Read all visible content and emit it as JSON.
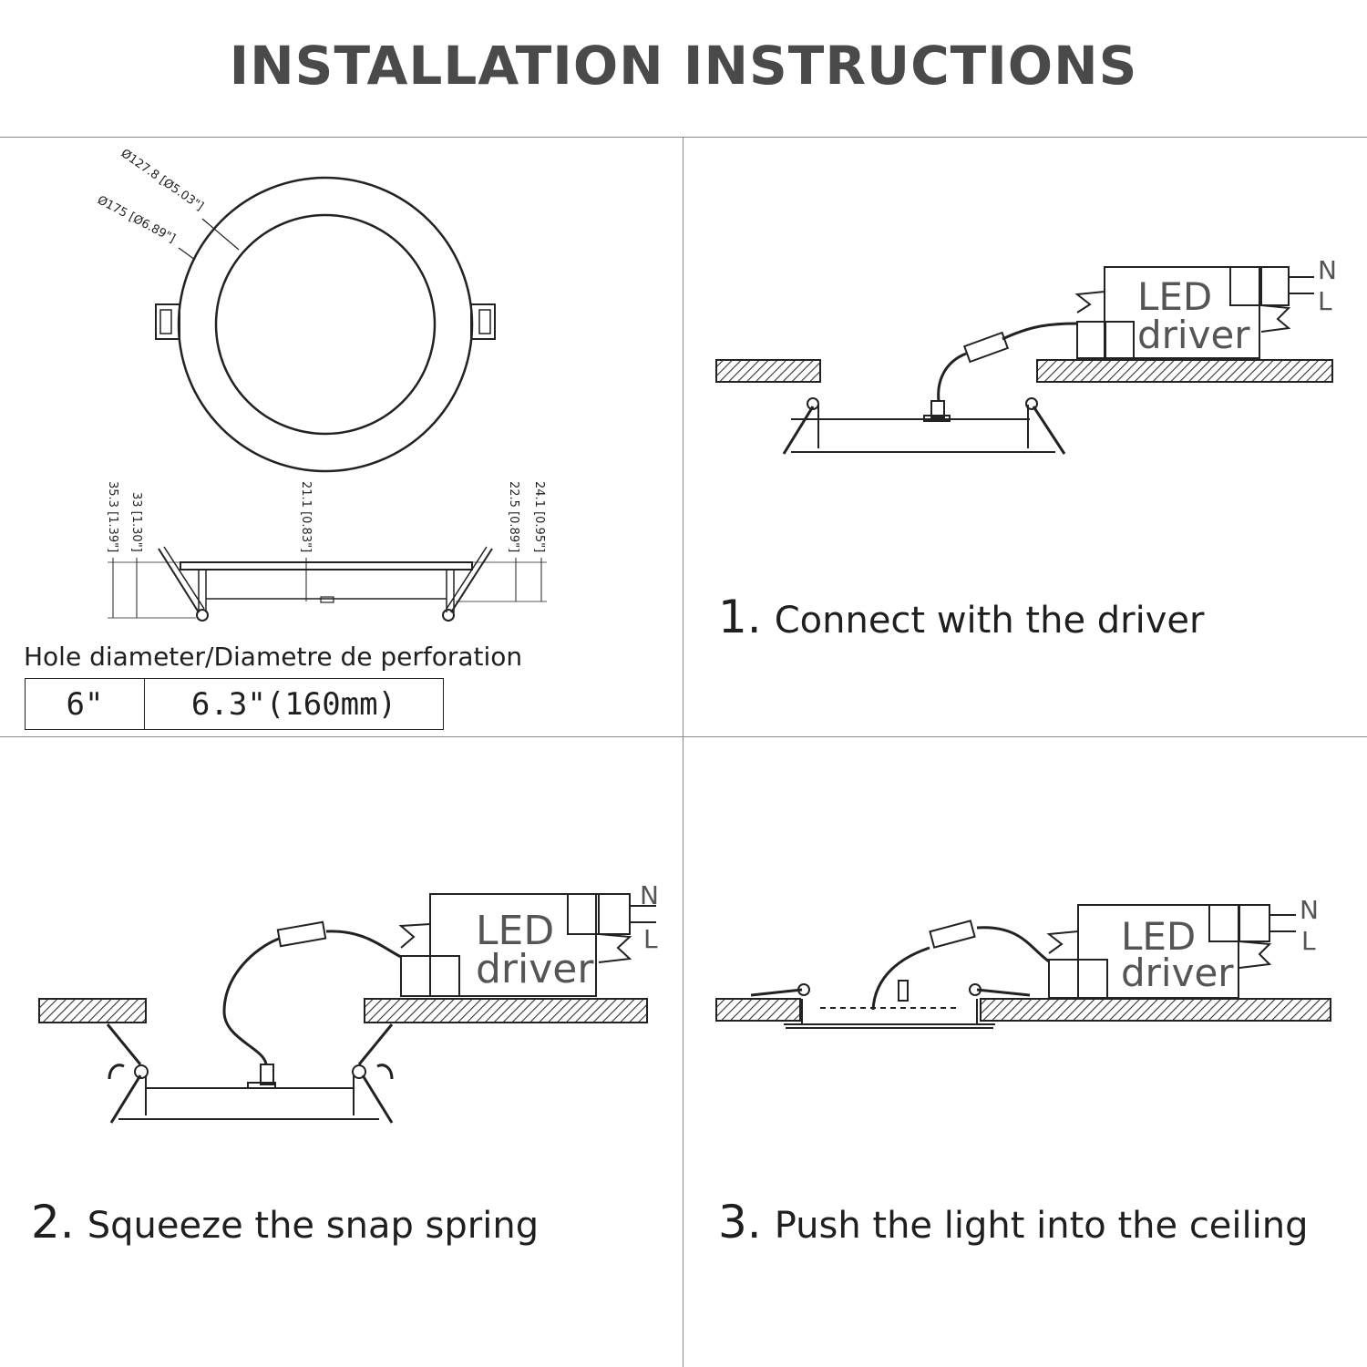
{
  "title": "INSTALLATION INSTRUCTIONS",
  "dimensions": {
    "outer_diameter": "Ø127.8 [Ø5.03\"]",
    "inner_diameter": "Ø175 [Ø6.89\"]",
    "height_total": "35.3 [1.39\"]",
    "height_spring": "33 [1.30\"]",
    "height_body": "21.1 [0.83\"]",
    "height_a": "22.5 [0.89\"]",
    "height_b": "24.1 [0.95\"]"
  },
  "hole": {
    "label": "Hole diameter/Diametre de perforation",
    "size": "6\"",
    "cut": "6.3\"(160mm)"
  },
  "driver": {
    "line1": "LED",
    "line2": "driver",
    "n": "N",
    "l": "L"
  },
  "steps": [
    {
      "num": "1.",
      "text": "Connect with the driver"
    },
    {
      "num": "2.",
      "text": "Squeeze the snap spring"
    },
    {
      "num": "3.",
      "text": "Push the light into the ceiling"
    }
  ]
}
